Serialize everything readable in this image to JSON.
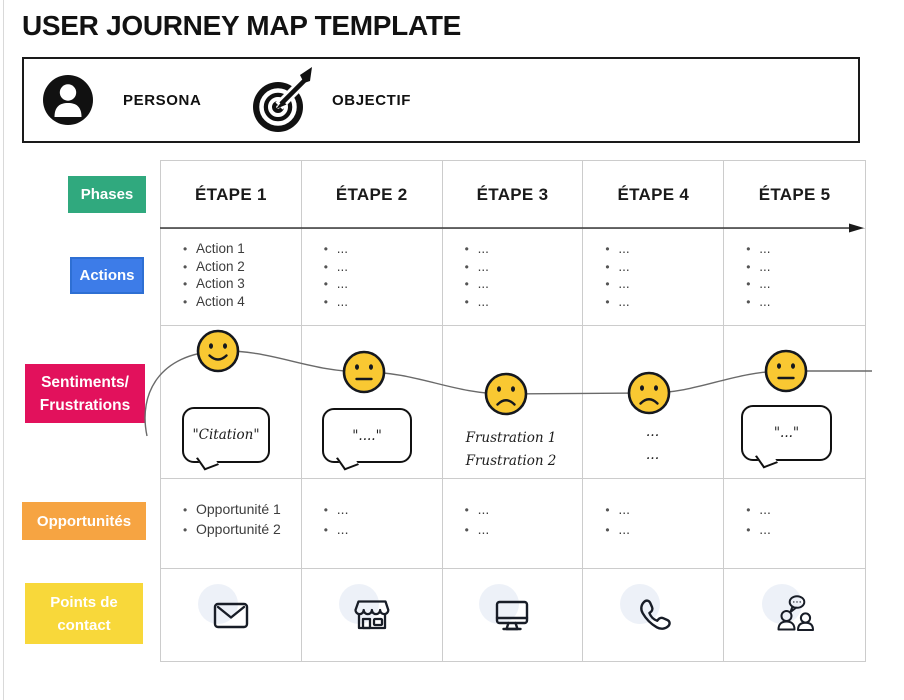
{
  "title": "USER JOURNEY MAP TEMPLATE",
  "legend": {
    "persona": "PERSONA",
    "objectif": "OBJECTIF"
  },
  "row_labels": {
    "phases": "Phases",
    "actions": "Actions",
    "sentiments_line1": "Sentiments/",
    "sentiments_line2": "Frustrations",
    "opportunites": "Opportunités",
    "points_line1": "Points de",
    "points_line2": "contact"
  },
  "columns": [
    "ÉTAPE 1",
    "ÉTAPE 2",
    "ÉTAPE 3",
    "ÉTAPE 4",
    "ÉTAPE 5"
  ],
  "actions_row": {
    "col1": [
      "Action 1",
      "Action 2",
      "Action 3",
      "Action 4"
    ],
    "placeholder": "..."
  },
  "sentiments_row": {
    "moods": [
      "happy",
      "neutral",
      "sad",
      "sad",
      "neutral"
    ],
    "bubble1": "\"Citation\"",
    "bubble2": "\"....\"",
    "bubble5": "\"...\"",
    "col3_line1": "Frustration 1",
    "col3_line2": "Frustration 2",
    "col4_line1": "...",
    "col4_line2": "..."
  },
  "opportunites_row": {
    "col1": [
      "Opportunité 1",
      "Opportunité 2"
    ],
    "placeholder": "..."
  },
  "contact_row": {
    "icons": [
      "envelope",
      "store",
      "monitor",
      "phone",
      "conversation"
    ]
  },
  "colors": {
    "phases": "#30A97E",
    "actions": "#3D7CE8",
    "sentiments": "#E2115C",
    "opportunites": "#F6A442",
    "points_de_contact": "#F8D83A",
    "face_fill": "#F9C832",
    "grid_line": "#CCCCCC",
    "icon_halo": "#EDF1F8"
  }
}
